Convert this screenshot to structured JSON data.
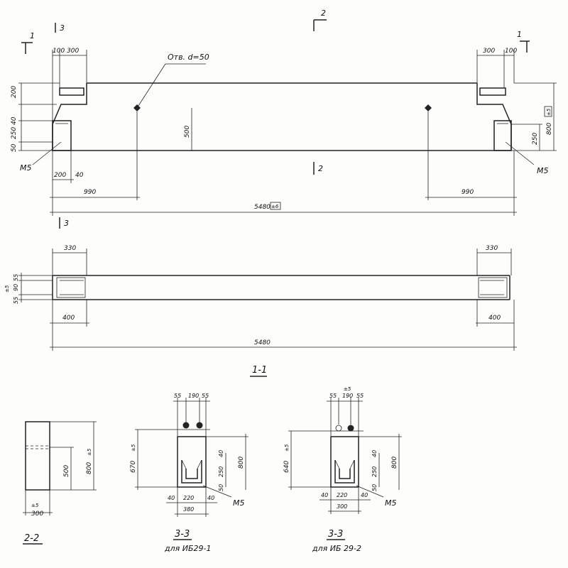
{
  "elevation": {
    "section_marks": {
      "left": "1",
      "right": "1",
      "top": "2",
      "mid": "2",
      "cut3": "3"
    },
    "hole_label": "Отв. d=50",
    "dims": {
      "left_top_a": "100",
      "left_top_b": "300",
      "right_top_a": "300",
      "right_top_b": "100",
      "left_v_200": "200",
      "left_v_40": "40",
      "left_v_250": "250",
      "left_v_50": "50",
      "mid_500": "500",
      "right_800": "800",
      "right_800_tol": "±5",
      "right_250": "250",
      "bot_200": "200",
      "bot_40": "40",
      "left_990": "990",
      "right_990": "990",
      "overall": "5480",
      "overall_tol": "±6"
    },
    "mark_left": "M5",
    "mark_right": "M5"
  },
  "plan": {
    "section_mark": "3",
    "dims": {
      "left_330": "330",
      "right_330": "330",
      "left_400": "400",
      "right_400": "400",
      "overall": "5480",
      "v_55a": "55",
      "v_90": "90",
      "v_55b": "55",
      "v_tol": "±5"
    }
  },
  "section_1_1_title": "1-1",
  "section_2_2": {
    "title": "2-2",
    "dims": {
      "h500": "500",
      "h800": "800",
      "h800_tol": "±5",
      "w300": "300",
      "w_tol": "±5"
    }
  },
  "section_3_3_a": {
    "title": "3-3",
    "subtitle": "для ИБ29-1",
    "dims": {
      "top_55a": "55",
      "top_190": "190",
      "top_55b": "55",
      "h670": "670",
      "h670_tol": "±5",
      "h800": "800",
      "h40": "40",
      "h250": "250",
      "h50": "50",
      "b40a": "40",
      "b220": "220",
      "b40b": "40",
      "b380": "380"
    },
    "mark": "M5"
  },
  "section_3_3_b": {
    "title": "3-3",
    "subtitle": "для ИБ 29-2",
    "dims": {
      "top_55a": "55",
      "top_190": "190",
      "top_tol": "±5",
      "top_55b": "55",
      "h640": "640",
      "h640_tol": "±5",
      "h800": "800",
      "h40": "40",
      "h250": "250",
      "h50": "50",
      "b40a": "40",
      "b220": "220",
      "b40b": "40",
      "b300": "300"
    },
    "mark": "M5"
  }
}
